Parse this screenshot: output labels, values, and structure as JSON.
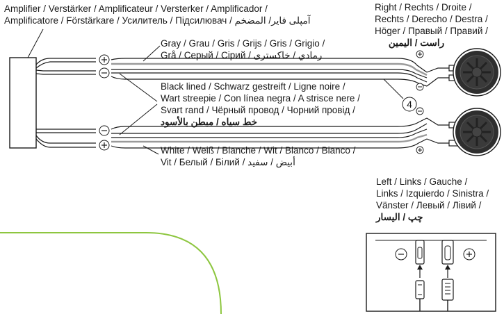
{
  "amplifier_label": {
    "line1": "Amplifier / Verstärker / Amplificateur / Versterker / Amplificador /",
    "line2": "Amplificatore / Förstärkare / Усилитель / Підсилювач / آمپلی فایر/ المضخم"
  },
  "right_label": {
    "line1": "Right / Rechts / Droite /",
    "line2": "Rechts / Derecho / Destra /",
    "line3": "Höger / Правый / Правий /",
    "line4": "راست / اليمين"
  },
  "gray_label": {
    "line1": "Gray / Grau / Gris / Grijs / Gris / Grigio /",
    "line2": "Grå / Серый / Сірий / رمادي / خاکستری"
  },
  "black_label": {
    "line1": "Black lined / Schwarz gestreift / Ligne noire /",
    "line2": "Wart streepie / Con línea negra / A strisce nere /",
    "line3": "Svart rand / Чёрный провод / Чорний провід /",
    "line4": "خط سیاه / مبطن بالأسود"
  },
  "white_label": {
    "line1": "White / Weiß / Blanche / Wit / Blanco / Bianco /",
    "line2": "Vit / Белый / Білий / أبيض / سفید"
  },
  "left_label": {
    "line1": "Left / Links / Gauche /",
    "line2": "Links / Izquierdo / Sinistra /",
    "line3": "Vänster / Левый / Лівий /",
    "line4": "چپ / اليسار"
  },
  "callout_number": "4",
  "terminal_symbols": {
    "plus": "+",
    "minus": "−"
  },
  "colors": {
    "accent_curve": "#8dc63f",
    "line": "#1a1a1a",
    "wire_gray": "#9a9a9a",
    "speaker_dark": "#2e2e2e"
  }
}
